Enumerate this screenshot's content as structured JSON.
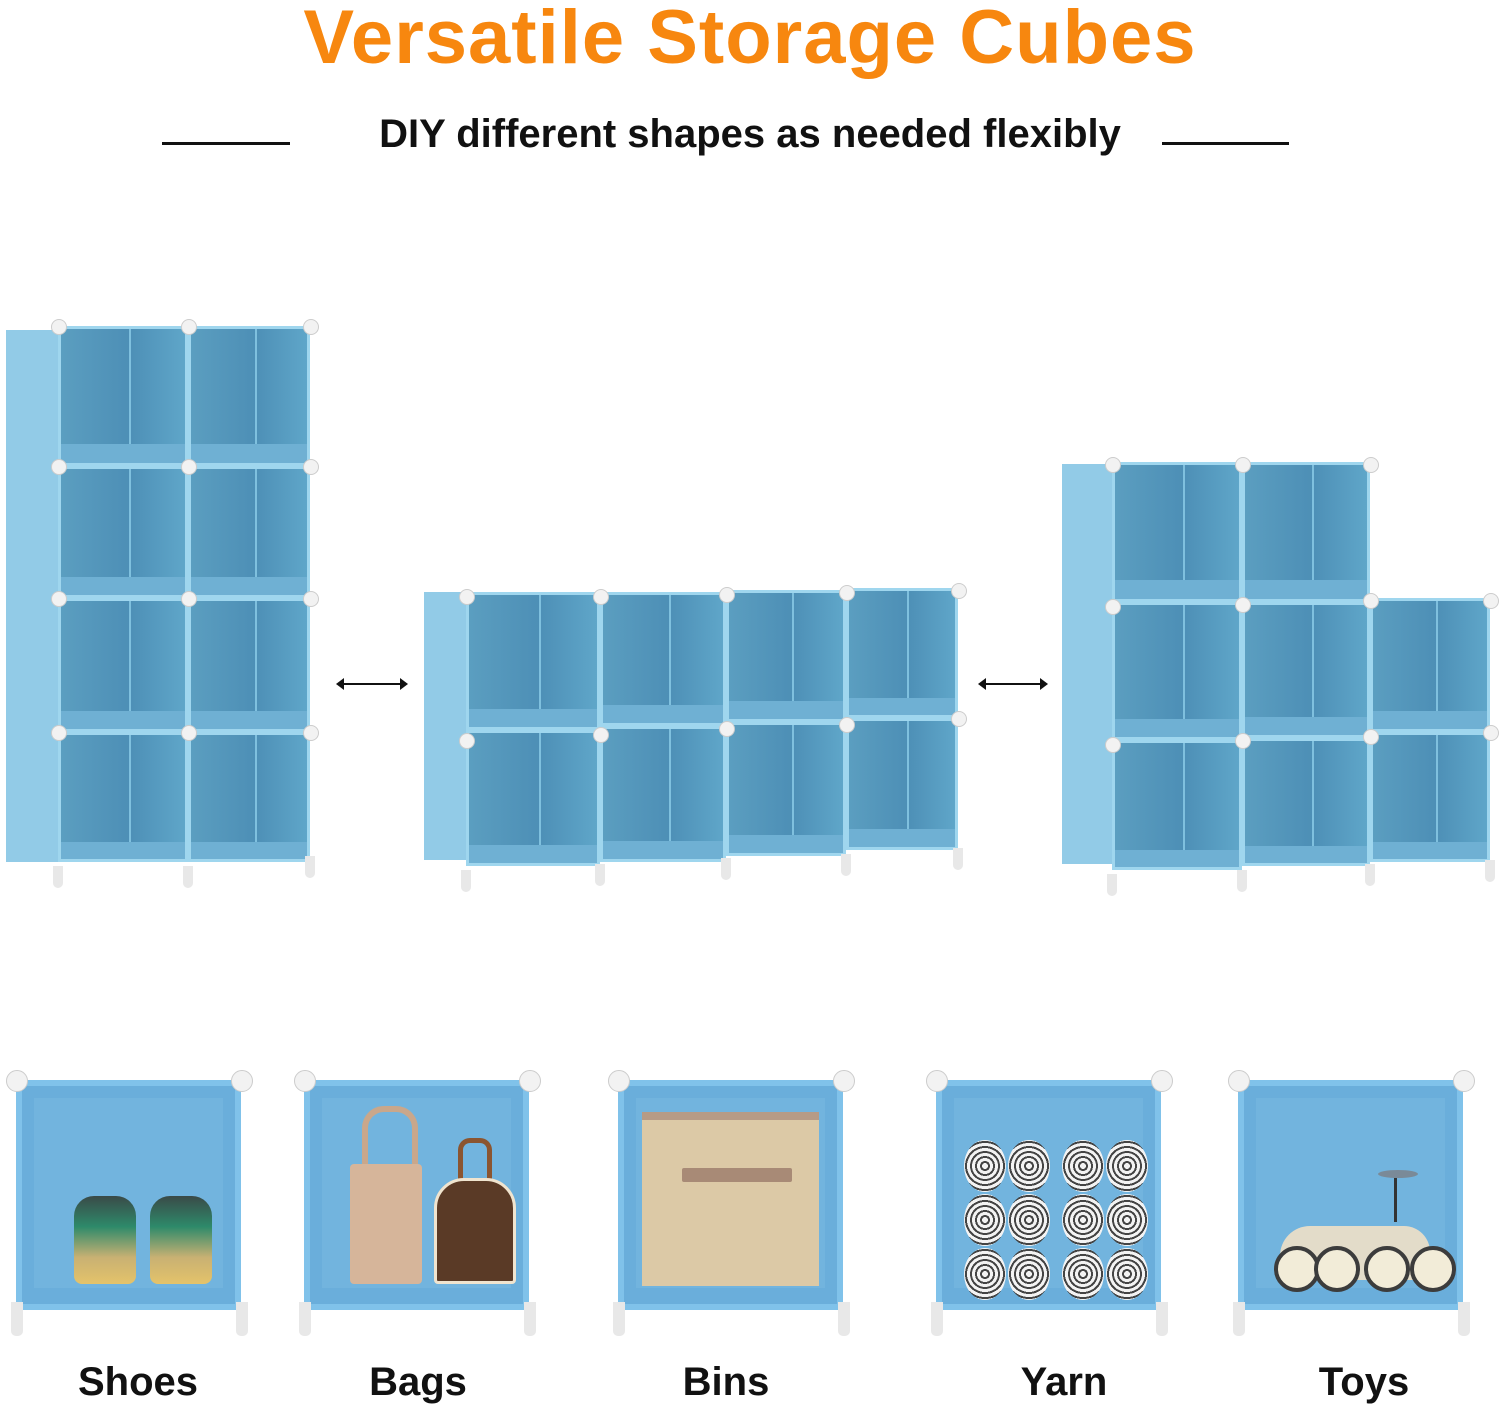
{
  "header": {
    "title": "Versatile Storage Cubes",
    "subtitle": "DIY different shapes as needed flexibly"
  },
  "colors": {
    "title": "#f7870f",
    "cube_blue": "#5b9ec0",
    "text": "#111111"
  },
  "configurations": [
    {
      "name": "tall-2x4",
      "columns": 2,
      "rows": 4,
      "cubes": 8
    },
    {
      "name": "wide-4x2",
      "columns": 4,
      "rows": 2,
      "cubes": 8
    },
    {
      "name": "stepped-3x3",
      "columns": 3,
      "rows": 3,
      "cubes": 8
    }
  ],
  "connector_icons": [
    "double-arrow-icon",
    "double-arrow-icon"
  ],
  "uses": [
    {
      "label": "Shoes",
      "icon": "shoes-icon"
    },
    {
      "label": "Bags",
      "icon": "bags-icon"
    },
    {
      "label": "Bins",
      "icon": "bin-icon"
    },
    {
      "label": "Yarn",
      "icon": "yarn-icon"
    },
    {
      "label": "Toys",
      "icon": "toy-car-icon"
    }
  ]
}
